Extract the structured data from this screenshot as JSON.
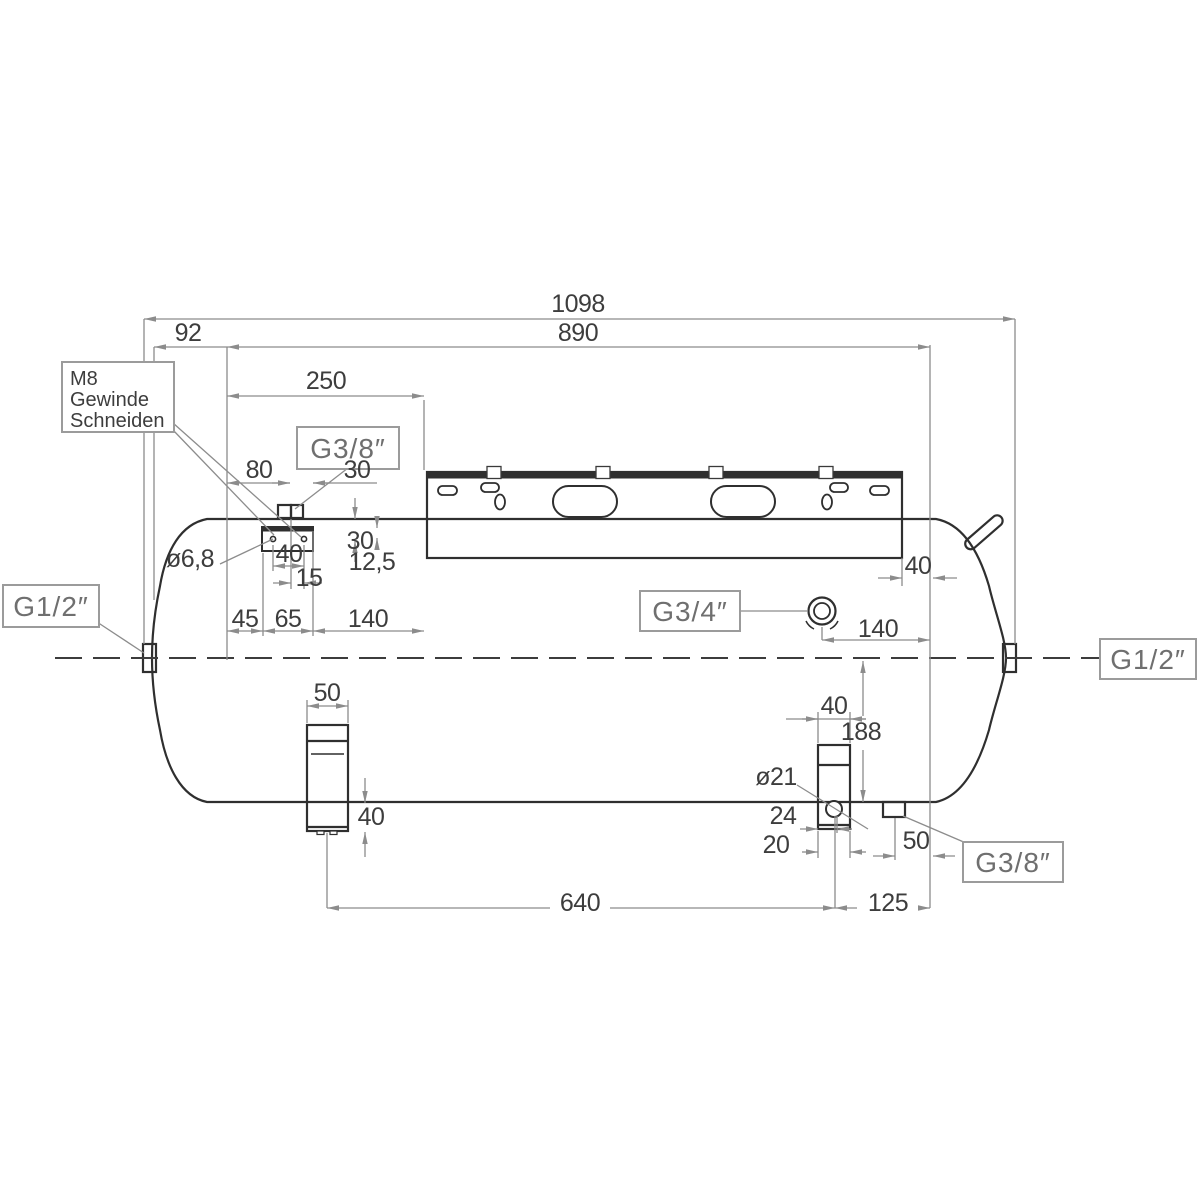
{
  "drawing": {
    "kind": "technical-drawing-pressure-tank-side-view",
    "line_color": "#2f2f2f",
    "dim_color": "#8c8c8c",
    "background": "#ffffff"
  },
  "labels": {
    "note_m8_line1": "M8",
    "note_m8_line2": "Gewinde",
    "note_m8_line3": "Schneiden",
    "port_top": "G3/8″",
    "port_left": "G1/2″",
    "port_mid": "G3/4″",
    "port_right": "G1/2″",
    "port_drain": "G3/8″"
  },
  "dims": {
    "total_length": "1098",
    "shell_length": "890",
    "head_offset": "92",
    "bracket_offset": "250",
    "stub_offset": "80",
    "stub_width": "30",
    "hole_drill": "ø6,8",
    "hole_spacing": "40",
    "stub_to_hole": "15",
    "top_to_holes": "30",
    "plate_inset": "12,5",
    "tangent_to_plate": "45",
    "plate_width": "65",
    "plate_to_bracket": "140",
    "port_mid_to_tangent": "140",
    "bracket_to_tangent": "40",
    "foot_left_width": "50",
    "foot_left_height": "40",
    "foot_right_width": "40",
    "center_to_bottom": "188",
    "drain_hole": "ø21",
    "hole_to_edge": "24",
    "hole_inset": "20",
    "drain_to_tangent": "50",
    "foot_spacing": "640",
    "foot_to_tangent": "125"
  }
}
